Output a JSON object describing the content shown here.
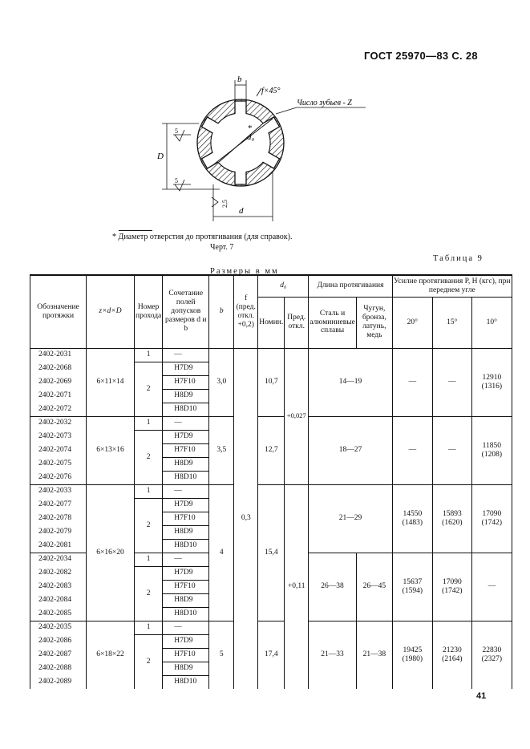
{
  "header": "ГОСТ 25970—83 С. 28",
  "drawing": {
    "label_b": "b",
    "label_f": "f×45°",
    "label_teeth": "Число зубьев - Z",
    "label_D": "D",
    "label_d0": "d₀",
    "label_d": "d",
    "label_star": "*",
    "roughness_1": "5",
    "roughness_2": "5",
    "roughness_3": "2,5"
  },
  "footnote": "* Диаметр отверстия до протягивания (для справок).",
  "figure_label": "Черт. 7",
  "table_label": "Таблица 9",
  "sizes_label": "Размеры в мм",
  "table": {
    "headers": {
      "designation": "Обозначение протяжки",
      "zdD": "z×d×D",
      "pass_no": "Номер прохода",
      "combination": "Сочетание полей допусков размеров d и b",
      "b": "b",
      "f": "f (пред. откл. +0,2)",
      "d0": "d₀",
      "d0_nom": "Номин.",
      "d0_dev": "Пред. откл.",
      "length": "Длина протягивания",
      "length_steel": "Сталь и алюминиевые сплавы",
      "length_cast": "Чугун, бронза, латунь, медь",
      "force": "Усилие протягивания P, Н (кгс), при переднем угле",
      "force_20": "20°",
      "force_15": "15°",
      "force_10": "10°"
    },
    "rows": [
      {
        "code": "2402-2031",
        "comb": "—"
      },
      {
        "code": "2402-2068",
        "comb": "H7D9"
      },
      {
        "code": "2402-2069",
        "comb": "H7F10"
      },
      {
        "code": "2402-2071",
        "comb": "H8D9"
      },
      {
        "code": "2402-2072",
        "comb": "H8D10"
      },
      {
        "code": "2402-2032",
        "comb": "—"
      },
      {
        "code": "2402-2073",
        "comb": "H7D9"
      },
      {
        "code": "2402-2074",
        "comb": "H7F10"
      },
      {
        "code": "2402-2075",
        "comb": "H8D9"
      },
      {
        "code": "2402-2076",
        "comb": "H8D10"
      },
      {
        "code": "2402-2033",
        "comb": "—"
      },
      {
        "code": "2402-2077",
        "comb": "H7D9"
      },
      {
        "code": "2402-2078",
        "comb": "H7F10"
      },
      {
        "code": "2402-2079",
        "comb": "H8D9"
      },
      {
        "code": "2402-2081",
        "comb": "H8D10"
      },
      {
        "code": "2402-2034",
        "comb": "—"
      },
      {
        "code": "2402-2082",
        "comb": "H7D9"
      },
      {
        "code": "2402-2083",
        "comb": "H7F10"
      },
      {
        "code": "2402-2084",
        "comb": "H8D9"
      },
      {
        "code": "2402-2085",
        "comb": "H8D10"
      },
      {
        "code": "2402-2035",
        "comb": "—"
      },
      {
        "code": "2402-2086",
        "comb": "H7D9"
      },
      {
        "code": "2402-2087",
        "comb": "H7F10"
      },
      {
        "code": "2402-2088",
        "comb": "H8D9"
      },
      {
        "code": "2402-2089",
        "comb": "H8D10"
      }
    ],
    "groups": {
      "g1": {
        "zdD": "6×11×14",
        "p1": "1",
        "p2": "2",
        "b": "3,0",
        "d0": "10,7",
        "len": "14—19",
        "f20": "—",
        "f15": "—",
        "f10": "12910 (1316)"
      },
      "g2": {
        "zdD": "6×13×16",
        "p1": "1",
        "p2": "2",
        "b": "3,5",
        "d0": "12,7",
        "len": "18—27",
        "f20": "—",
        "f15": "—",
        "f10": "11850 (1208)"
      },
      "g3": {
        "zdD": "6×16×20",
        "p1": "1",
        "p2": "2",
        "p3": "1",
        "p4": "2",
        "b": "4",
        "d0": "15,4",
        "len_a": "21—29",
        "f20_a": "14550 (1483)",
        "f15_a": "15893 (1620)",
        "f10_a": "17090 (1742)",
        "len_steel_b": "26—38",
        "len_cast_b": "26—45",
        "f20_b": "15637 (1594)",
        "f15_b": "17090 (1742)",
        "f10_b": "—"
      },
      "g4": {
        "zdD": "6×18×22",
        "p1": "1",
        "p2": "2",
        "b": "5",
        "d0": "17,4",
        "len_steel": "21—33",
        "len_cast": "21—38",
        "f20": "19425 (1980)",
        "f15": "21230 (2164)",
        "f10": "22830 (2327)"
      },
      "f_value": "0,3",
      "dev_1": "+0,027",
      "dev_2": "+0,11"
    }
  },
  "page_number": "41"
}
